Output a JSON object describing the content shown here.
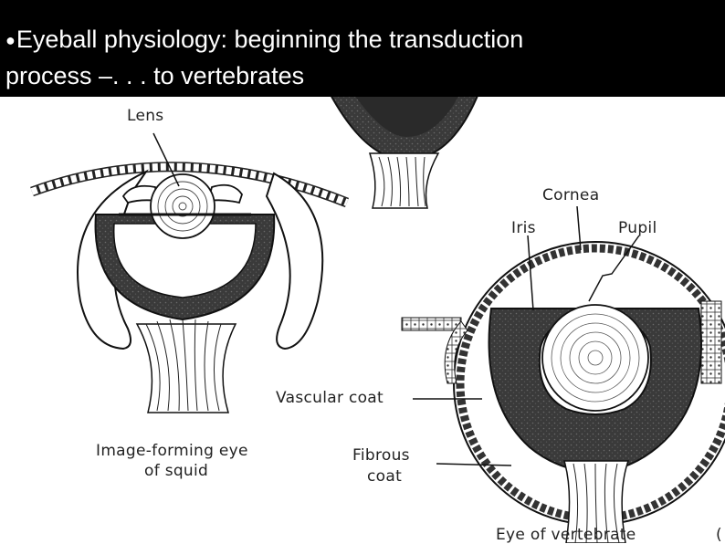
{
  "slide": {
    "bullet": "●",
    "title_line1": "Eyeball physiology: beginning the transduction",
    "title_line2": "process –. . . to vertebrates"
  },
  "diagram": {
    "labels": {
      "lens": "Lens",
      "cornea": "Cornea",
      "iris": "Iris",
      "pupil": "Pupil",
      "vascular_coat": "Vascular coat",
      "squid_caption_1": "Image-forming eye",
      "squid_caption_2": "of squid",
      "fibrous_1": "Fibrous",
      "fibrous_2": "coat",
      "vertebrate_caption": "Eye of vertebrate",
      "edge_mark": "("
    }
  }
}
